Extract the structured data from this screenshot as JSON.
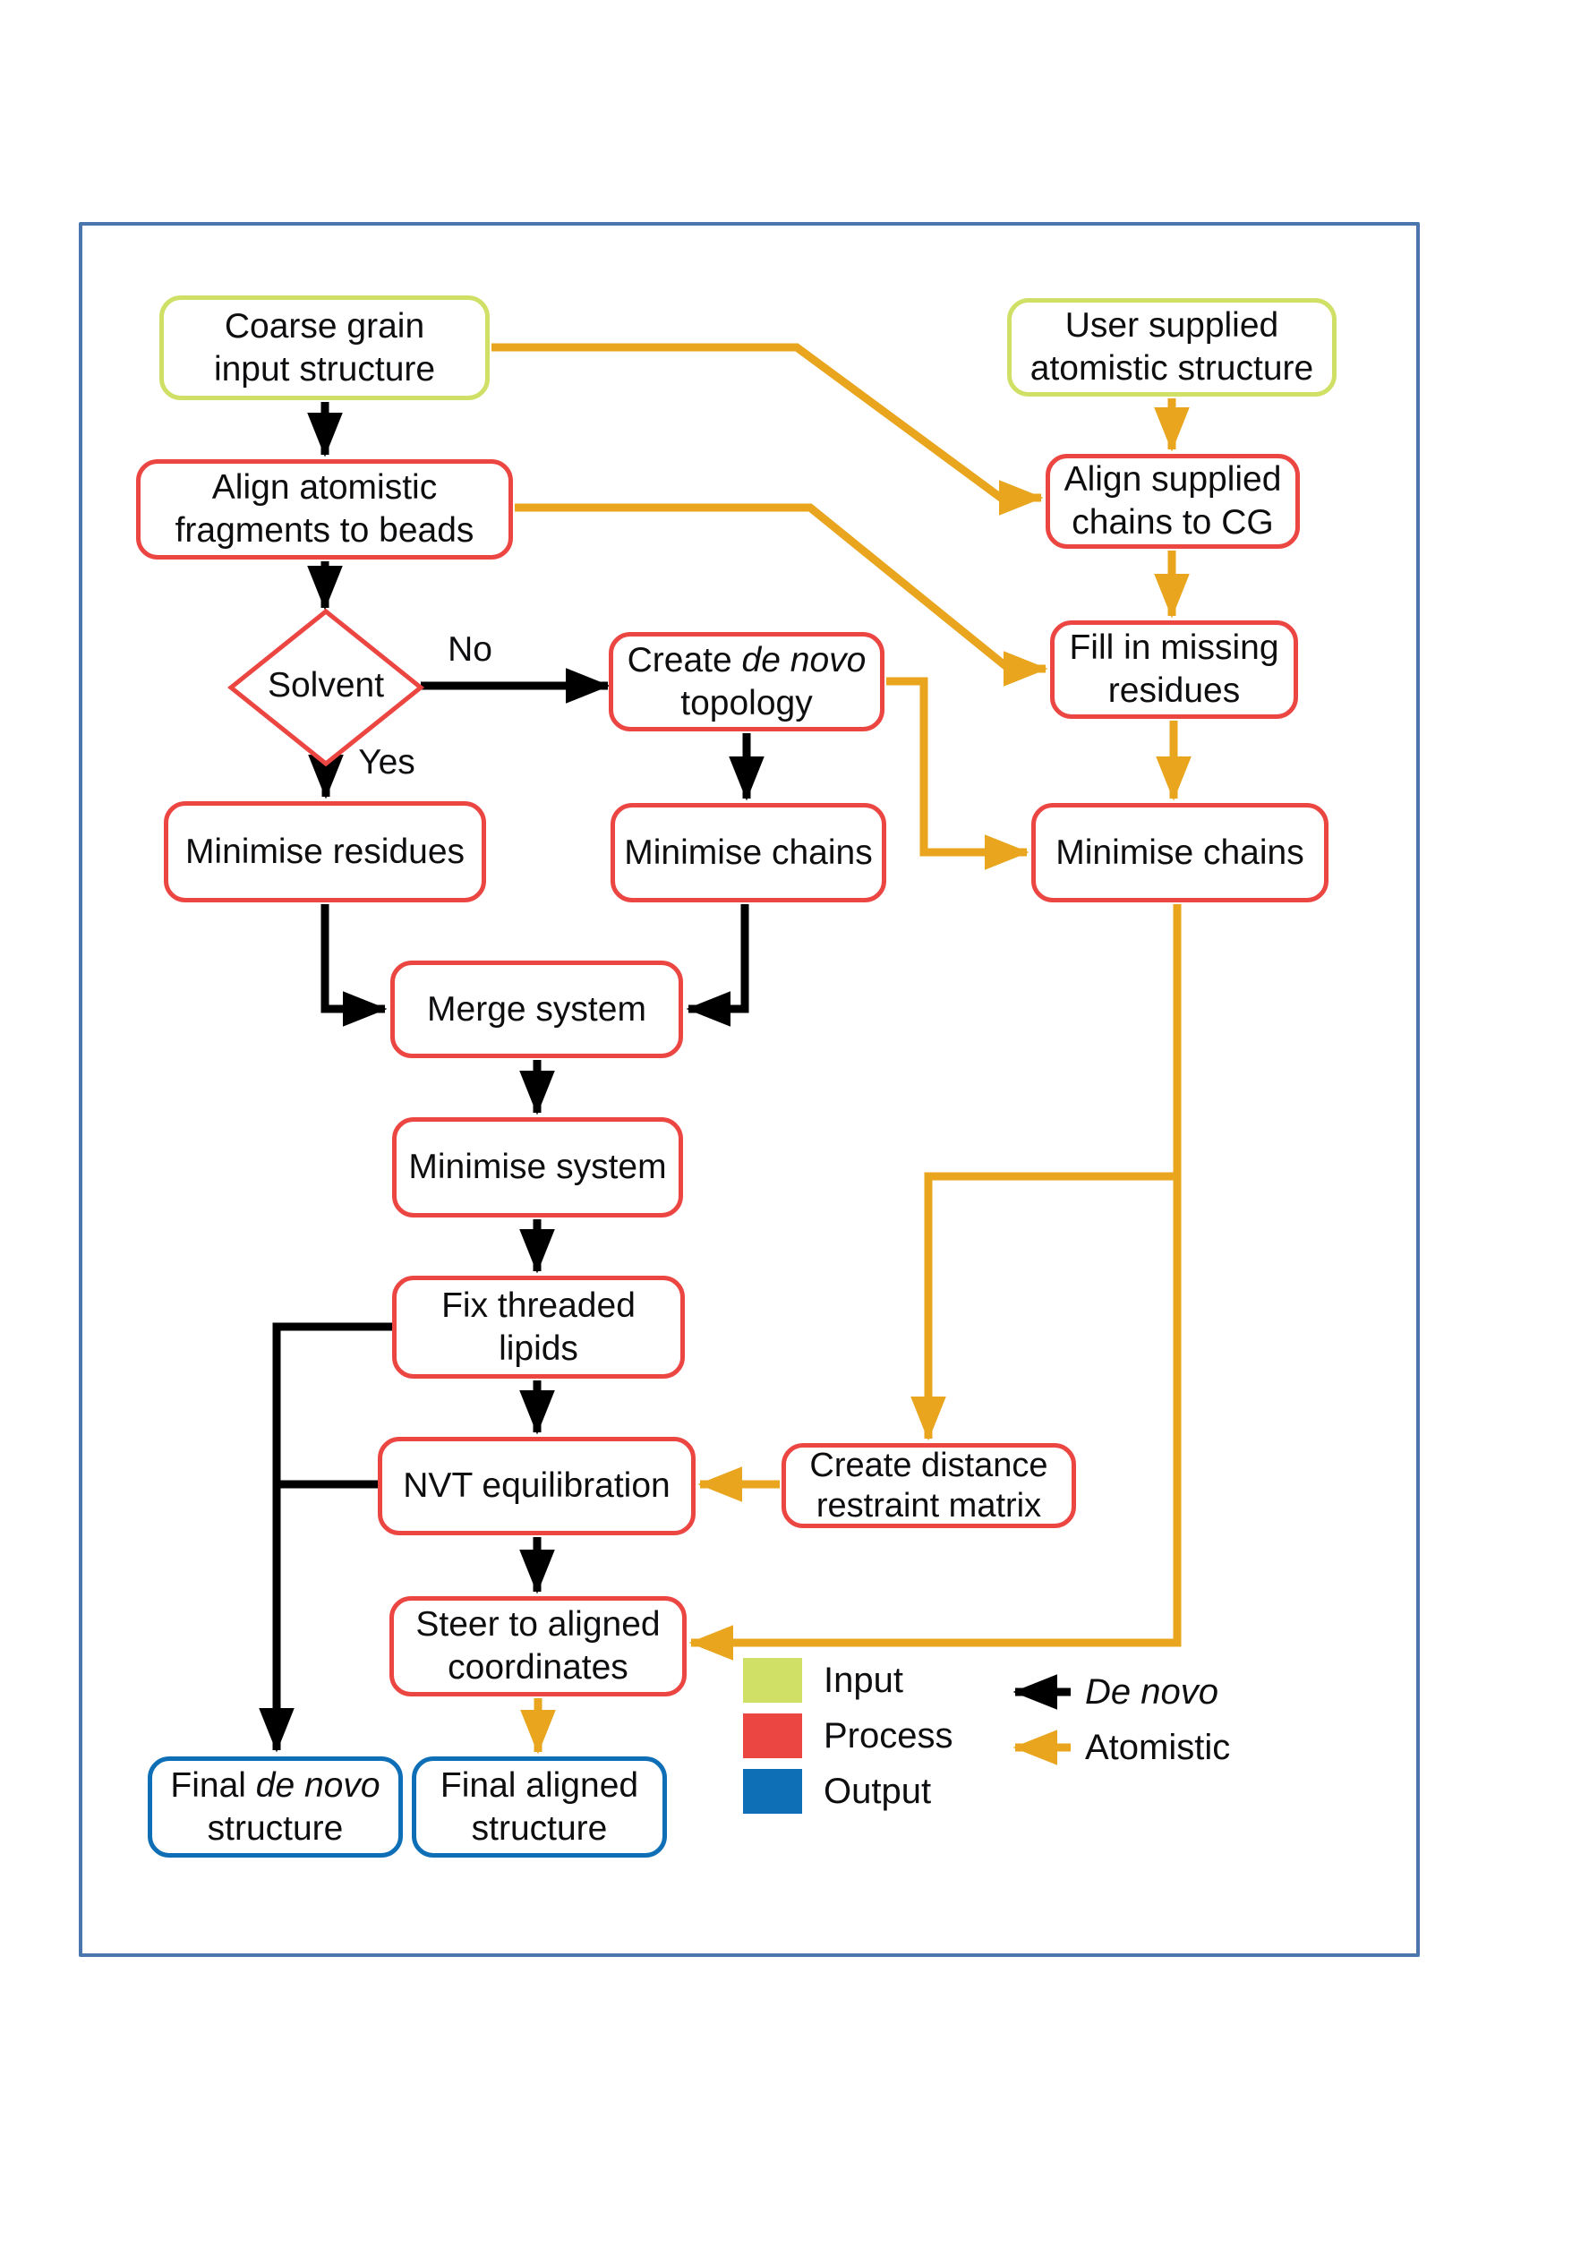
{
  "colors": {
    "input": "#d0e066",
    "process": "#ec4642",
    "output": "#0f6fb6",
    "de_novo": "#000000",
    "atomistic": "#e8a51d",
    "frame": "#4a76ad"
  },
  "nodes": {
    "coarse_grain": {
      "line1": "Coarse grain",
      "line2": "input structure"
    },
    "user_supplied": {
      "line1": "User supplied",
      "line2": "atomistic structure"
    },
    "align_atomistic": {
      "line1": "Align atomistic",
      "line2": "fragments to beads"
    },
    "align_supplied": {
      "line1": "Align supplied",
      "line2": "chains to CG"
    },
    "solvent": {
      "label": "Solvent"
    },
    "branch_no": "No",
    "branch_yes": "Yes",
    "create_topology": {
      "line1_pre": "Create ",
      "line1_italic": "de novo",
      "line2": "topology"
    },
    "fill_missing": {
      "line1": "Fill in missing",
      "line2": "residues"
    },
    "minimise_residues": {
      "label": "Minimise residues"
    },
    "minimise_chains_center": {
      "label": "Minimise chains"
    },
    "minimise_chains_right": {
      "label": "Minimise chains"
    },
    "merge_system": {
      "label": "Merge system"
    },
    "minimise_system": {
      "label": "Minimise system"
    },
    "fix_threaded": {
      "line1": "Fix threaded",
      "line2": "lipids"
    },
    "nvt": {
      "label": "NVT equilibration"
    },
    "create_distance": {
      "line1": "Create distance",
      "line2": "restraint matrix"
    },
    "steer": {
      "line1": "Steer to aligned",
      "line2": "coordinates"
    },
    "final_denovo": {
      "line1_pre": "Final ",
      "line1_italic": "de novo",
      "line2": "structure"
    },
    "final_aligned": {
      "line1": "Final aligned",
      "line2": "structure"
    }
  },
  "legend": {
    "items": [
      {
        "label": "Input",
        "color": "#d0e066"
      },
      {
        "label": "Process",
        "color": "#ec4642"
      },
      {
        "label": "Output",
        "color": "#0f6fb6"
      }
    ],
    "arrows": [
      {
        "label": "De novo",
        "color": "#000000",
        "style": "italic"
      },
      {
        "label": "Atomistic",
        "color": "#e8a51d",
        "style": "normal"
      }
    ]
  }
}
